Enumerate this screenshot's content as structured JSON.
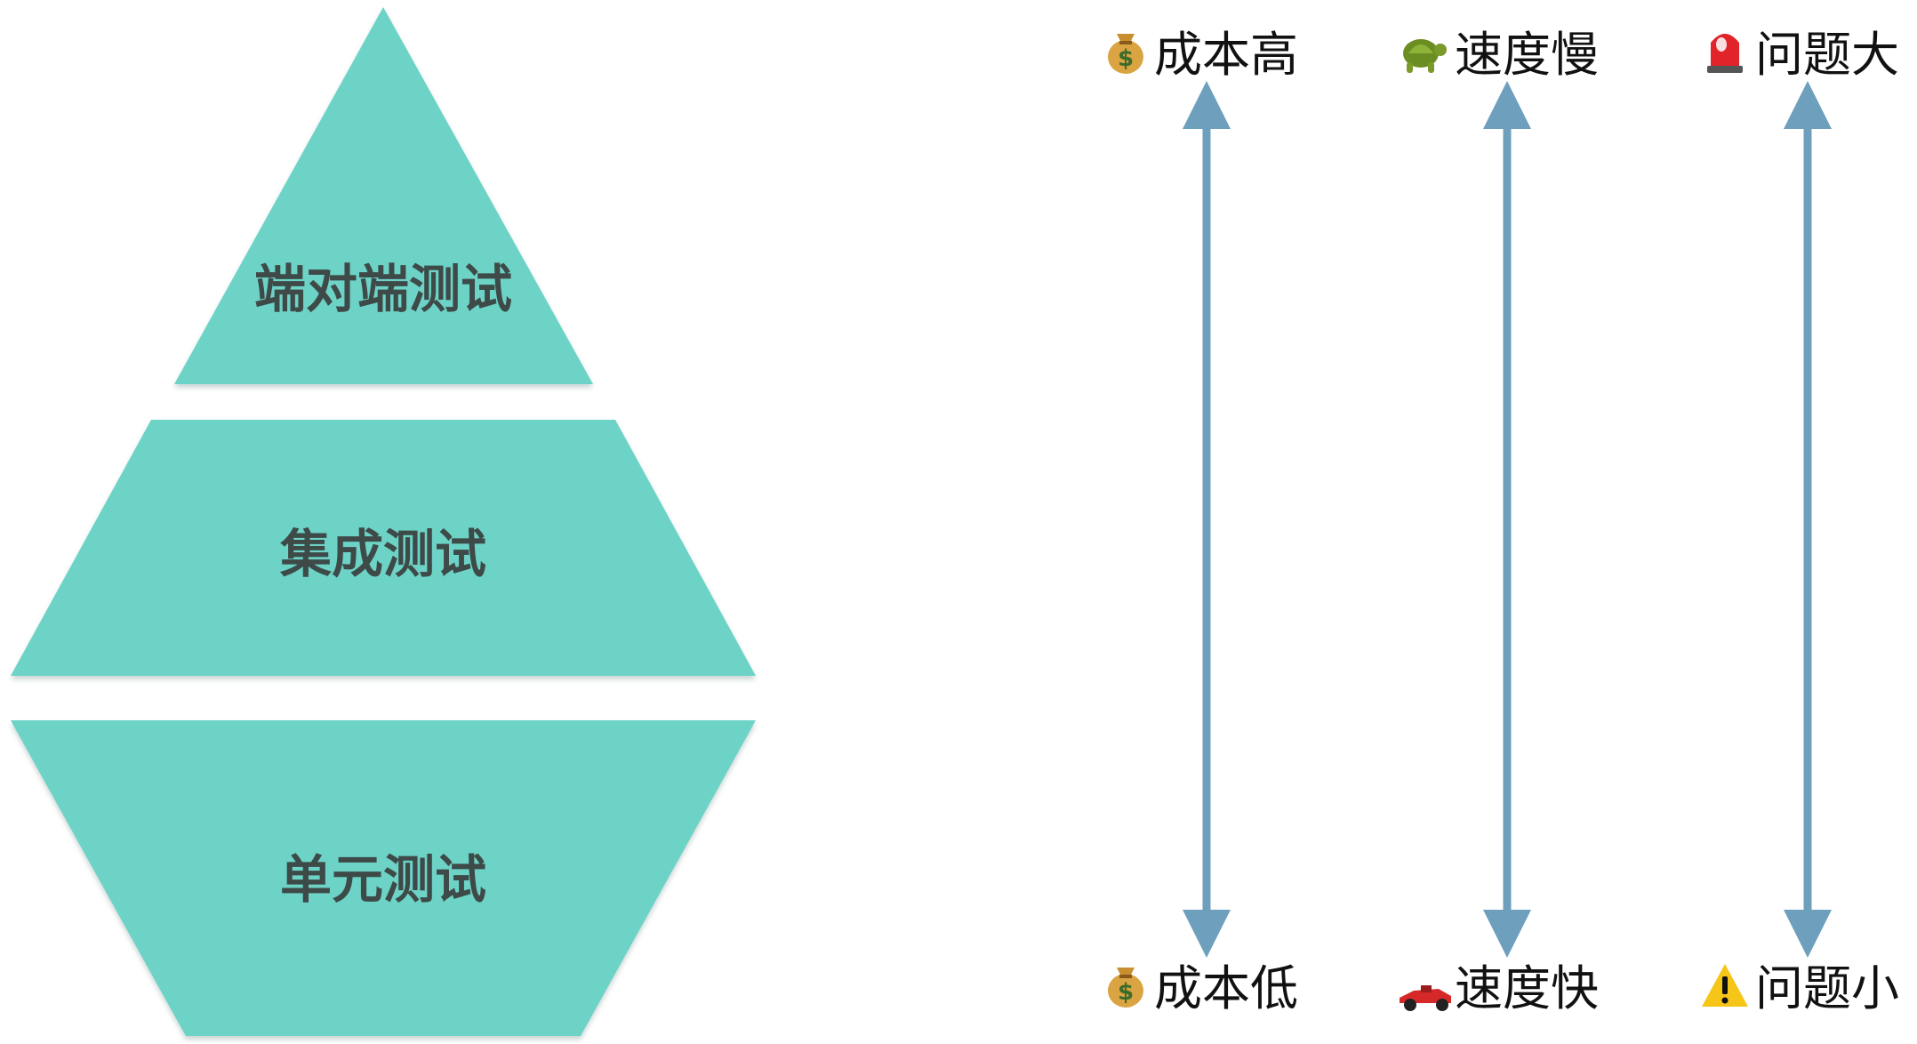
{
  "colors": {
    "pyramid_fill": "#6dd3c7",
    "pyramid_shadow": "#b9c9c6",
    "arrow": "#6e9fbd",
    "label_text": "#3e4a48",
    "metric_text": "#111111"
  },
  "pyramid": {
    "layers": [
      {
        "id": "e2e",
        "label": "端对端测试"
      },
      {
        "id": "integration",
        "label": "集成测试"
      },
      {
        "id": "unit",
        "label": "单元测试"
      }
    ]
  },
  "scales": [
    {
      "id": "cost",
      "top": {
        "icon": "money-bag-icon",
        "text": "成本高"
      },
      "bottom": {
        "icon": "money-bag-icon",
        "text": "成本低"
      }
    },
    {
      "id": "speed",
      "top": {
        "icon": "turtle-icon",
        "text": "速度慢"
      },
      "bottom": {
        "icon": "racing-car-icon",
        "text": "速度快"
      }
    },
    {
      "id": "problem",
      "top": {
        "icon": "siren-icon",
        "text": "问题大"
      },
      "bottom": {
        "icon": "warning-icon",
        "text": "问题小"
      }
    }
  ]
}
